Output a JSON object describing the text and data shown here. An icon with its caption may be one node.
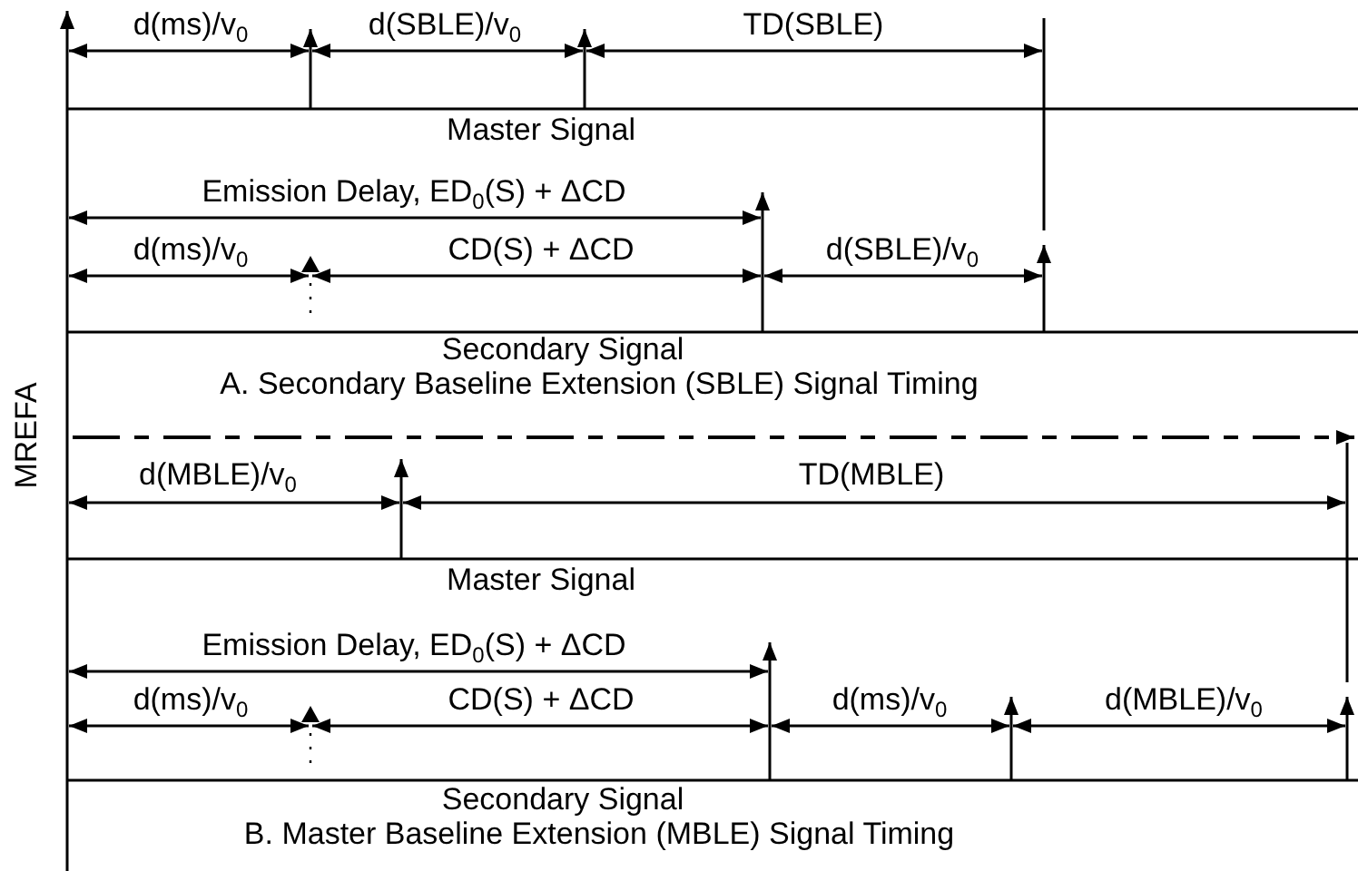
{
  "diagram": {
    "labels": [
      "d(ms)/v$_{0}$",
      "d(SBLE)/v$_{0}$",
      "TD(SBLE)",
      "Master Signal",
      "Emission Delay, ED$_{0}$(S) + ΔCD",
      "d(ms)/v$_{0}$",
      "CD(S) + ΔCD",
      "d(SBLE)/v$_{0}$",
      "Secondary Signal",
      "A.  Secondary Baseline Extension (SBLE) Signal Timing",
      "MREFA",
      "d(MBLE)/v$_{0}$",
      "TD(MBLE)",
      "Master Signal",
      "Emission Delay, ED$_{0}$(S) + ΔCD",
      "d(ms)/v$_{0}$",
      "CD(S) + ΔCD",
      "d(ms)/v$_{0}$",
      "d(MBLE)/v$_{0}$",
      "Secondary Signal",
      "B.  Master Baseline Extension (MBLE) Signal Timing"
    ]
  }
}
